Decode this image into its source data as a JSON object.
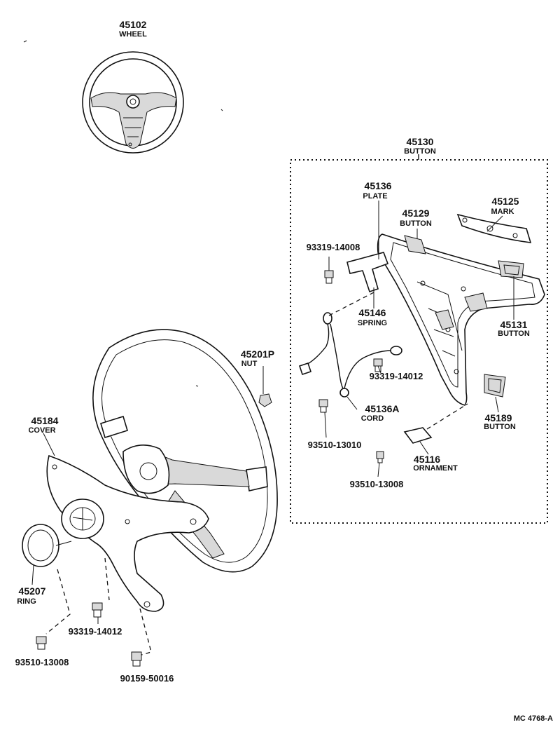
{
  "parts": [
    {
      "id": "wheel",
      "number": "45102",
      "name": "WHEEL"
    },
    {
      "id": "button-assy",
      "number": "45130",
      "name": "BUTTON"
    },
    {
      "id": "plate",
      "number": "45136",
      "name": "PLATE"
    },
    {
      "id": "button-45129",
      "number": "45129",
      "name": "BUTTON"
    },
    {
      "id": "mark",
      "number": "45125",
      "name": "MARK"
    },
    {
      "id": "spring",
      "number": "45146",
      "name": "SPRING"
    },
    {
      "id": "button-45131",
      "number": "45131",
      "name": "BUTTON"
    },
    {
      "id": "nut",
      "number": "45201P",
      "name": "NUT"
    },
    {
      "id": "cord",
      "number": "45136A",
      "name": "CORD"
    },
    {
      "id": "button-45189",
      "number": "45189",
      "name": "BUTTON"
    },
    {
      "id": "ornament",
      "number": "45116",
      "name": "ORNAMENT"
    },
    {
      "id": "cover",
      "number": "45184",
      "name": "COVER"
    },
    {
      "id": "ring",
      "number": "45207",
      "name": "RING"
    }
  ],
  "fasteners": [
    "93319-14008",
    "93319-14012",
    "93510-13010",
    "93510-13008",
    "93319-14012",
    "93510-13008",
    "90159-50016"
  ],
  "diagram_code": "MC 4768-A"
}
